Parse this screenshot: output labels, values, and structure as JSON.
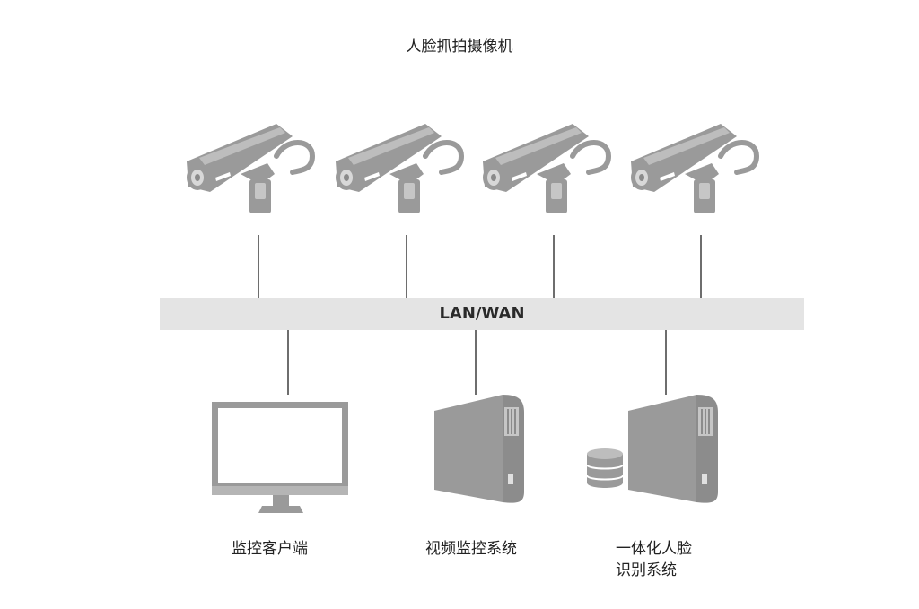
{
  "title": "人脸抓拍摄像机",
  "network": {
    "label": "LAN/WAN"
  },
  "cameras": [
    {
      "icon": "camera-icon"
    },
    {
      "icon": "camera-icon"
    },
    {
      "icon": "camera-icon"
    },
    {
      "icon": "camera-icon"
    }
  ],
  "devices": {
    "client": {
      "label": "监控客户端",
      "icon": "monitor-icon"
    },
    "vms": {
      "label": "视频监控系统",
      "icon": "server-icon"
    },
    "face": {
      "label_line1": "一体化人脸",
      "label_line2": "识别系统",
      "icon": "server-icon",
      "extra_icon": "database-icon"
    }
  },
  "colors": {
    "device": "#9a9a9a",
    "bus": "#e4e4e4",
    "line": "#6e6e6e",
    "text": "#222222"
  }
}
